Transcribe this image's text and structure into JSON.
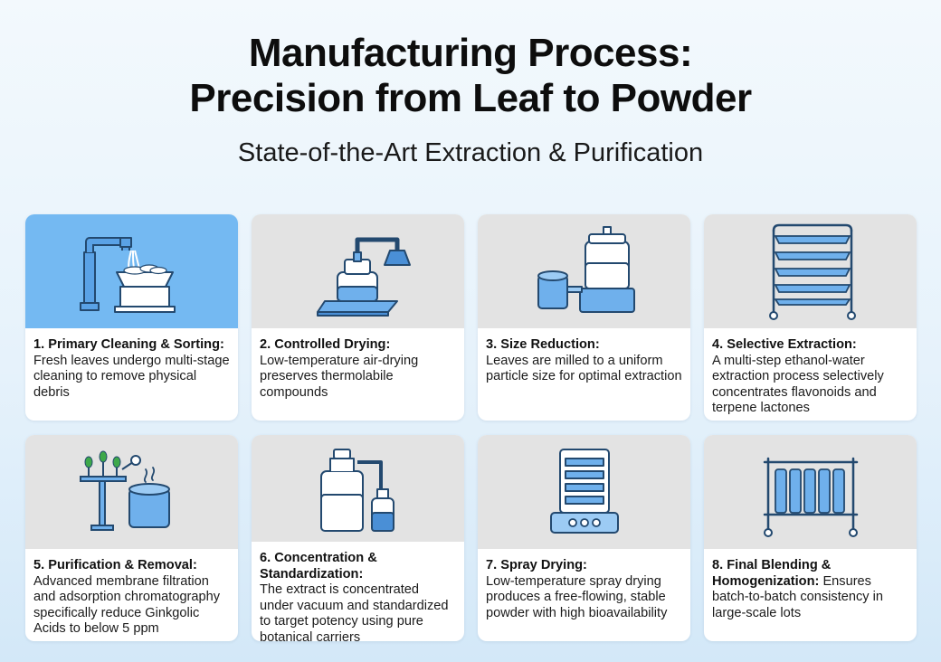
{
  "header": {
    "title_line1": "Manufacturing Process:",
    "title_line2": "Precision from Leaf to Powder",
    "subtitle": "State-of-the-Art Extraction & Purification"
  },
  "steps": [
    {
      "title": "1. Primary Cleaning & Sorting:",
      "desc": "Fresh leaves undergo multi-stage cleaning to remove physical debris",
      "icon": "washing-station-icon"
    },
    {
      "title": "2. Controlled Drying:",
      "desc": "Low-temperature air-drying preserves thermolabile compounds",
      "icon": "air-dryer-icon"
    },
    {
      "title": "3. Size Reduction:",
      "desc": "Leaves are milled to a uniform particle size for optimal extraction",
      "icon": "mill-icon"
    },
    {
      "title": "4. Selective Extraction:",
      "desc": "A multi-step ethanol-water extraction process selectively concentrates flavonoids and terpene lactones",
      "icon": "extraction-rack-icon"
    },
    {
      "title": "5. Purification & Removal:",
      "desc": "Advanced membrane filtration and adsorption chromatography specifically reduce Ginkgolic Acids to below 5 ppm",
      "icon": "purification-icon"
    },
    {
      "title": "6. Concentration & Standardization:",
      "desc": "The extract is concentrated under vacuum and standardized to target potency using pure botanical carriers",
      "icon": "concentrator-icon"
    },
    {
      "title": "7. Spray Drying:",
      "desc": "Low-temperature spray drying produces a free-flowing, stable powder with high bioavailability",
      "icon": "spray-dryer-icon"
    },
    {
      "title": "8. Final Blending & Homogenization:",
      "desc": "Ensures batch-to-batch consistency in large-scale lots",
      "icon": "blender-rack-icon"
    }
  ],
  "colors": {
    "accent_blue": "#74b9f2",
    "icon_blue": "#4a90e2",
    "icon_stroke": "#23496f",
    "card_top_gray": "#e3e3e3"
  }
}
